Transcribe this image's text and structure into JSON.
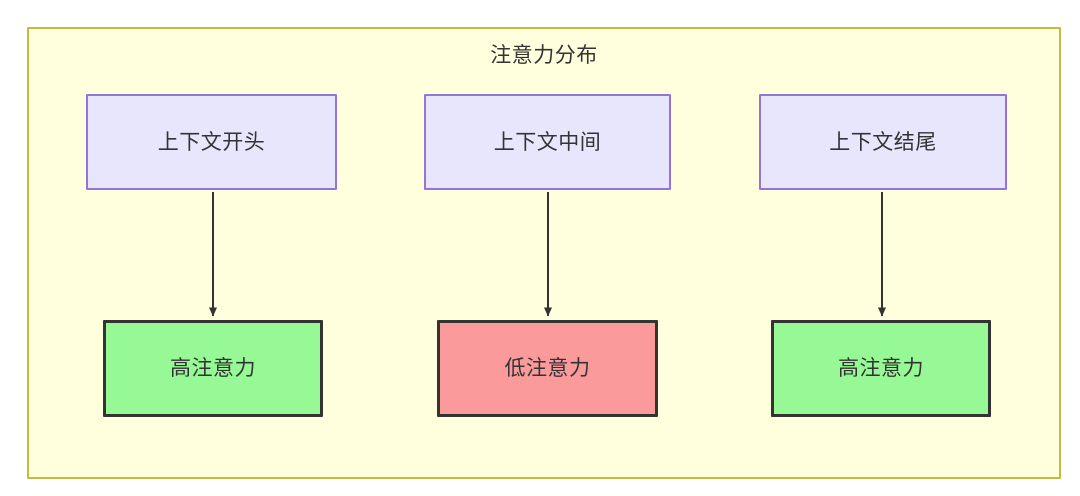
{
  "diagram": {
    "title": "注意力分布",
    "container": {
      "fill": "#ffffde",
      "stroke": "#bfbf3f"
    },
    "nodes": {
      "context_start": {
        "label": "上下文开头",
        "fill": "#e8e6fc",
        "stroke": "#9674d4"
      },
      "context_middle": {
        "label": "上下文中间",
        "fill": "#e8e6fc",
        "stroke": "#9674d4"
      },
      "context_end": {
        "label": "上下文结尾",
        "fill": "#e8e6fc",
        "stroke": "#9674d4"
      },
      "high_attention_start": {
        "label": "高注意力",
        "fill": "#97f996",
        "stroke": "#333333"
      },
      "low_attention_middle": {
        "label": "低注意力",
        "fill": "#fb9a9a",
        "stroke": "#333333"
      },
      "high_attention_end": {
        "label": "高注意力",
        "fill": "#97f996",
        "stroke": "#333333"
      }
    },
    "edges": [
      {
        "from": "context_start",
        "to": "high_attention_start",
        "label": "",
        "arrow": "down-arrow"
      },
      {
        "from": "context_middle",
        "to": "low_attention_middle",
        "label": "",
        "arrow": "down-arrow"
      },
      {
        "from": "context_end",
        "to": "high_attention_end",
        "label": "",
        "arrow": "down-arrow"
      }
    ],
    "edge_color": "#333333"
  }
}
